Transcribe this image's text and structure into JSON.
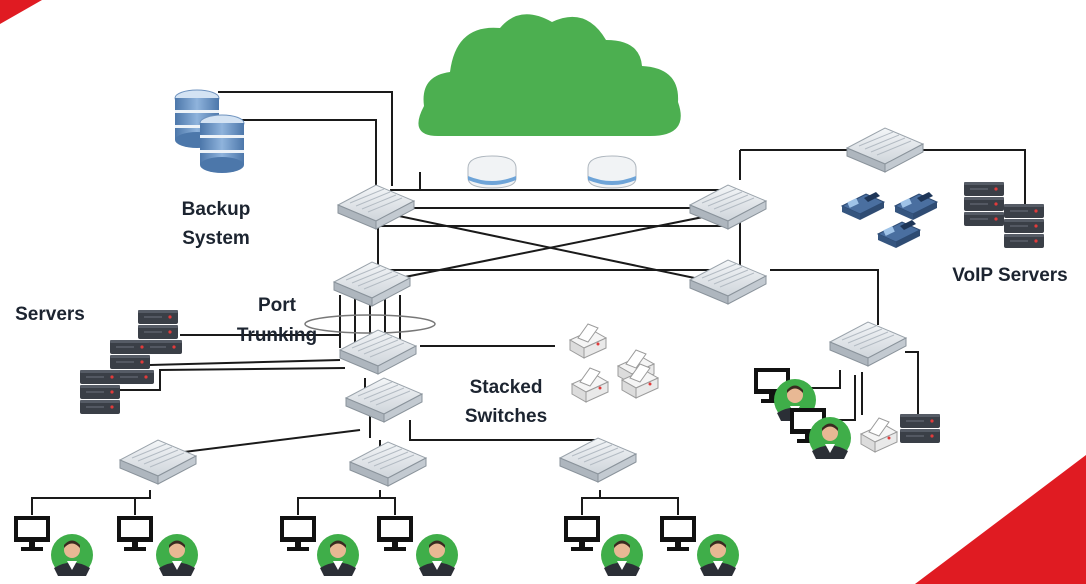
{
  "labels": {
    "backup_line1": "Backup",
    "backup_line2": "System",
    "servers": "Servers",
    "port_line1": "Port",
    "port_line2": "Trunking",
    "stacked_line1": "Stacked",
    "stacked_line2": "Switches",
    "voip": "VoIP Servers"
  },
  "colors": {
    "cloud": "#4caf50",
    "accent_red": "#e01b22",
    "cable": "#1a1a1a",
    "switch_body": "#d8dde2",
    "server_dark": "#3a3f47",
    "database_blue": "#5b86b8",
    "avatar_bg": "#3fae49"
  },
  "icons": [
    "cloud-icon",
    "router-icon",
    "switch-icon",
    "database-icon",
    "server-icon",
    "ip-phone-icon",
    "printer-icon",
    "monitor-icon",
    "user-avatar-icon"
  ]
}
